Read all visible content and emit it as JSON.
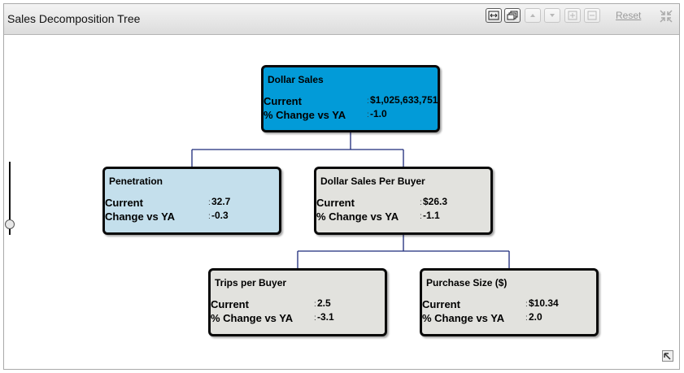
{
  "window": {
    "title": "Sales Decomposition Tree"
  },
  "toolbar": {
    "reset_label": "Reset",
    "buttons": [
      {
        "icon": "fit-to-window-icon",
        "state": "enabled"
      },
      {
        "icon": "cascade-windows-icon",
        "state": "enabled"
      },
      {
        "icon": "arrow-up-icon",
        "state": "disabled"
      },
      {
        "icon": "arrow-down-icon",
        "state": "disabled"
      },
      {
        "icon": "expand-plus-icon",
        "state": "disabled"
      },
      {
        "icon": "collapse-minus-icon",
        "state": "disabled"
      }
    ]
  },
  "tree": {
    "root": {
      "title": "Dollar Sales",
      "row1_label": "Current",
      "row1_value": "$1,025,633,751",
      "row2_label": "% Change vs YA",
      "row2_value": "-1.0",
      "color": "#029bd8"
    },
    "penetration": {
      "title": "Penetration",
      "row1_label": "Current",
      "row1_value": "32.7",
      "row2_label": "Change vs YA",
      "row2_value": "-0.3",
      "color": "#c4dfec"
    },
    "dollar_sales_per_buyer": {
      "title": "Dollar Sales Per Buyer",
      "row1_label": "Current",
      "row1_value": "$26.3",
      "row2_label": "% Change vs YA",
      "row2_value": "-1.1",
      "color": "#e2e2de"
    },
    "trips_per_buyer": {
      "title": "Trips per Buyer",
      "row1_label": "Current",
      "row1_value": "2.5",
      "row2_label": "% Change vs YA",
      "row2_value": "-3.1",
      "color": "#e2e2de"
    },
    "purchase_size": {
      "title": "Purchase Size ($)",
      "row1_label": "Current",
      "row1_value": "$10.34",
      "row2_label": "% Change vs YA",
      "row2_value": "2.0",
      "color": "#e2e2de"
    },
    "separator": ":"
  },
  "colors": {
    "connector": "#1c2a7a",
    "node_border": "#0a0a0a"
  }
}
